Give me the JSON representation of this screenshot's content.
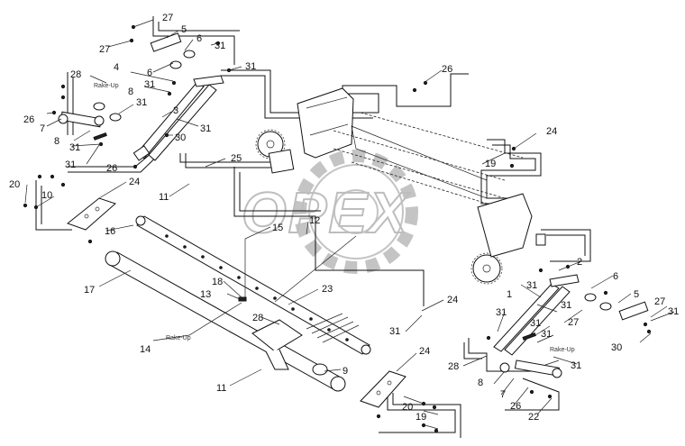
{
  "watermark": {
    "text": "OPEX"
  },
  "callouts": [
    {
      "id": "c1",
      "text": "27"
    },
    {
      "id": "c2",
      "text": "27"
    },
    {
      "id": "c3",
      "text": "5"
    },
    {
      "id": "c4",
      "text": "6"
    },
    {
      "id": "c5",
      "text": "31"
    },
    {
      "id": "c6",
      "text": "6"
    },
    {
      "id": "c7",
      "text": "31"
    },
    {
      "id": "c8",
      "text": "4"
    },
    {
      "id": "c9",
      "text": "31"
    },
    {
      "id": "c10",
      "text": "28"
    },
    {
      "id": "c11",
      "text": "8"
    },
    {
      "id": "c12",
      "text": "26"
    },
    {
      "id": "c13",
      "text": "7"
    },
    {
      "id": "c14",
      "text": "31"
    },
    {
      "id": "c15",
      "text": "8"
    },
    {
      "id": "c16",
      "text": "31"
    },
    {
      "id": "c17",
      "text": "3"
    },
    {
      "id": "c18",
      "text": "31"
    },
    {
      "id": "c19",
      "text": "30"
    },
    {
      "id": "c20",
      "text": "31"
    },
    {
      "id": "c21",
      "text": "26"
    },
    {
      "id": "c22",
      "text": "26"
    },
    {
      "id": "c23",
      "text": "24"
    },
    {
      "id": "c24",
      "text": "25"
    },
    {
      "id": "c25",
      "text": "19"
    },
    {
      "id": "c26",
      "text": "20"
    },
    {
      "id": "c27",
      "text": "10"
    },
    {
      "id": "c28",
      "text": "24"
    },
    {
      "id": "c29",
      "text": "11"
    },
    {
      "id": "c30",
      "text": "16"
    },
    {
      "id": "c31",
      "text": "15"
    },
    {
      "id": "c32",
      "text": "12"
    },
    {
      "id": "c33",
      "text": "17"
    },
    {
      "id": "c34",
      "text": "18"
    },
    {
      "id": "c35",
      "text": "13"
    },
    {
      "id": "c36",
      "text": "23"
    },
    {
      "id": "c37",
      "text": "28"
    },
    {
      "id": "c38",
      "text": "14"
    },
    {
      "id": "c39",
      "text": "11"
    },
    {
      "id": "c40",
      "text": "9"
    },
    {
      "id": "c41",
      "text": "24"
    },
    {
      "id": "c42",
      "text": "24"
    },
    {
      "id": "c43",
      "text": "31"
    },
    {
      "id": "c44",
      "text": "2"
    },
    {
      "id": "c45",
      "text": "1"
    },
    {
      "id": "c46",
      "text": "31"
    },
    {
      "id": "c47",
      "text": "31"
    },
    {
      "id": "c48",
      "text": "6"
    },
    {
      "id": "c49",
      "text": "5"
    },
    {
      "id": "c50",
      "text": "27"
    },
    {
      "id": "c51",
      "text": "31"
    },
    {
      "id": "c52",
      "text": "27"
    },
    {
      "id": "c53",
      "text": "30"
    },
    {
      "id": "c54",
      "text": "31"
    },
    {
      "id": "c55",
      "text": "31"
    },
    {
      "id": "c56",
      "text": "31"
    },
    {
      "id": "c57",
      "text": "28"
    },
    {
      "id": "c58",
      "text": "31"
    },
    {
      "id": "c59",
      "text": "8"
    },
    {
      "id": "c60",
      "text": "7"
    },
    {
      "id": "c61",
      "text": "26"
    },
    {
      "id": "c62",
      "text": "22"
    },
    {
      "id": "c63",
      "text": "20"
    },
    {
      "id": "c64",
      "text": "19"
    }
  ],
  "small_labels": {
    "rake_up_left": "Rake-Up",
    "rake_up_center": "Rake-Up",
    "rake_up_right": "Rake-Up"
  }
}
